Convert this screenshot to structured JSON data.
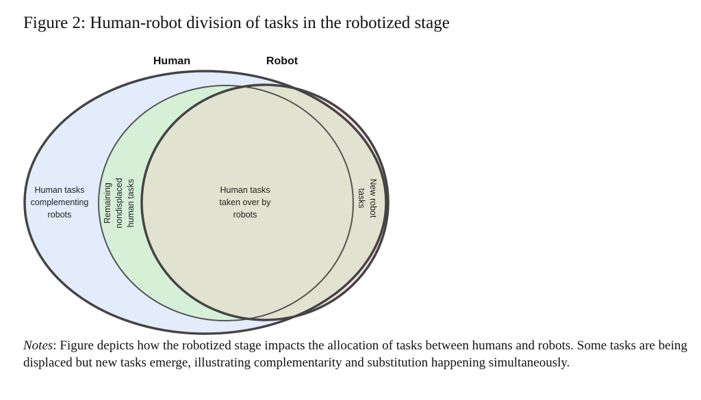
{
  "figure": {
    "title": "Figure 2: Human-robot division of tasks in the robotized stage"
  },
  "venn": {
    "sets": {
      "human": "Human",
      "robot": "Robot"
    },
    "regions": {
      "human_only": [
        "Human tasks",
        "complementing",
        "robots"
      ],
      "remaining": [
        "Remaining",
        "nondisplaced",
        "human tasks"
      ],
      "taken_over": [
        "Human tasks",
        "taken over by",
        "robots"
      ],
      "new_robot": [
        "New robot",
        "tasks"
      ]
    },
    "colors": {
      "human_fill": "#dfeafb",
      "remaining_fill": "#d6f0d8",
      "overlap_fill": "#e2e2d0",
      "robot_fill": "#f9dfe2",
      "outline": "#444444"
    }
  },
  "notes": {
    "label": "Notes",
    "text": ": Figure depicts how the robotized stage impacts the allocation of tasks between humans and robots. Some tasks are being displaced but new tasks emerge, illustrating complementarity and substitution happening simultaneously."
  }
}
